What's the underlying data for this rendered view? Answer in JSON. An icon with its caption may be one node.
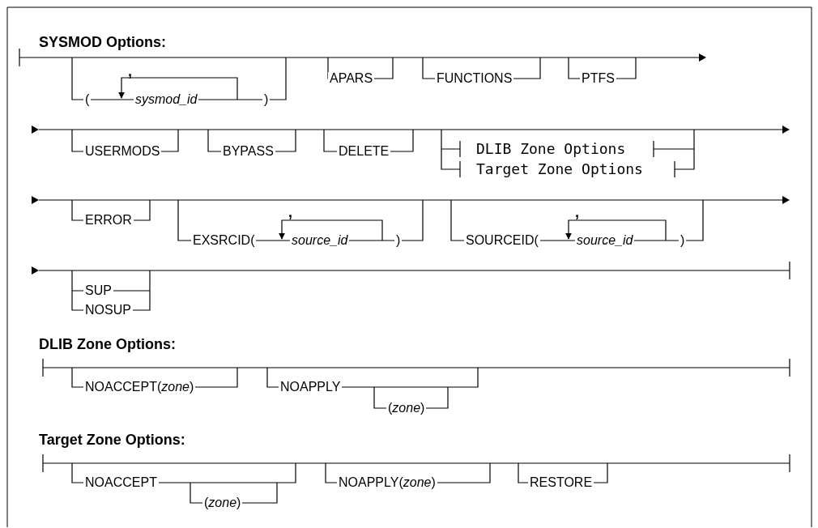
{
  "diagram": {
    "labels": [
      "SYSMOD Options:",
      ",",
      "(",
      "sysmod_id",
      ")",
      "APARS",
      "FUNCTIONS",
      "PTFS",
      "USERMODS",
      "BYPASS",
      "DELETE",
      "DLIB Zone Options",
      "Target Zone Options",
      ",",
      ",",
      "ERROR",
      "EXSRCID(",
      "source_id",
      ")",
      "SOURCEID(",
      "source_id",
      ")",
      "SUP",
      "NOSUP",
      "DLIB Zone Options:",
      "NOACCEPT(*zone*)",
      "NOAPPLY",
      "(*zone*)",
      "Target Zone Options:",
      "NOACCEPT",
      "(*zone*)",
      "NOAPPLY(*zone*)",
      "RESTORE"
    ]
  }
}
